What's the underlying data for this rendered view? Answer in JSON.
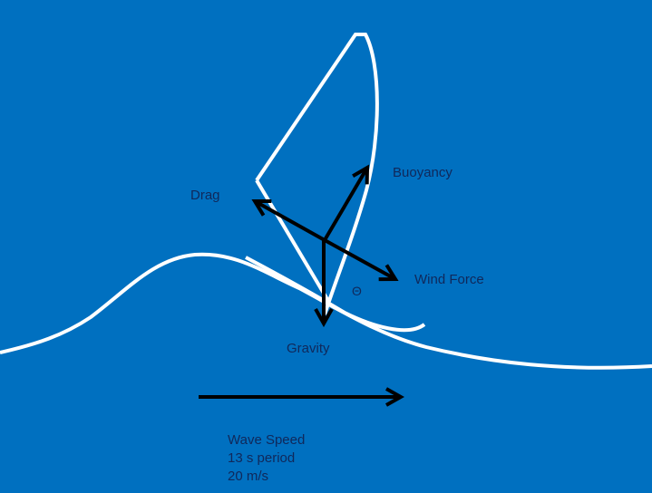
{
  "diagram": {
    "background_color": "#0070C0",
    "line_color": "#FFFFFF",
    "arrow_color": "#000000",
    "text_color": "#10285A",
    "forces": {
      "buoyancy": "Buoyancy",
      "drag": "Drag",
      "wind_force": "Wind Force",
      "gravity": "Gravity",
      "angle": "Θ"
    },
    "wave_info": {
      "title": "Wave Speed",
      "period": "13 s period",
      "speed": "20 m/s"
    },
    "shapes": [
      "sail",
      "board",
      "wave-crest",
      "force-arrows",
      "wave-direction-arrow"
    ]
  }
}
